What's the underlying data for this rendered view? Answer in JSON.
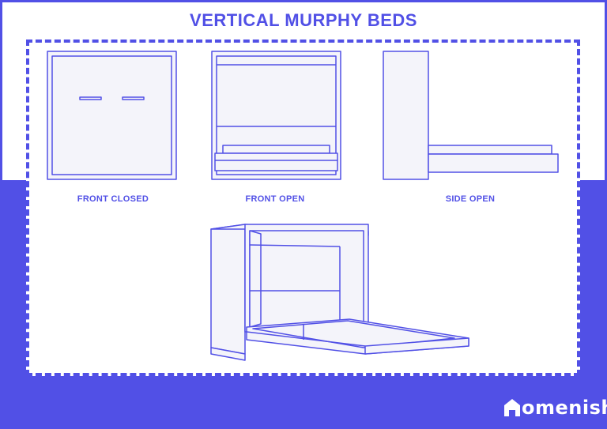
{
  "title": "VERTICAL MURPHY BEDS",
  "views": [
    {
      "label": "FRONT CLOSED"
    },
    {
      "label": "FRONT OPEN"
    },
    {
      "label": "SIDE OPEN"
    }
  ],
  "brand": {
    "text": "omenish",
    "icon": "house-logo-icon"
  },
  "colors": {
    "accent": "#5150e6",
    "background": "#ffffff",
    "illustration_fill": "#f4f4fa"
  }
}
